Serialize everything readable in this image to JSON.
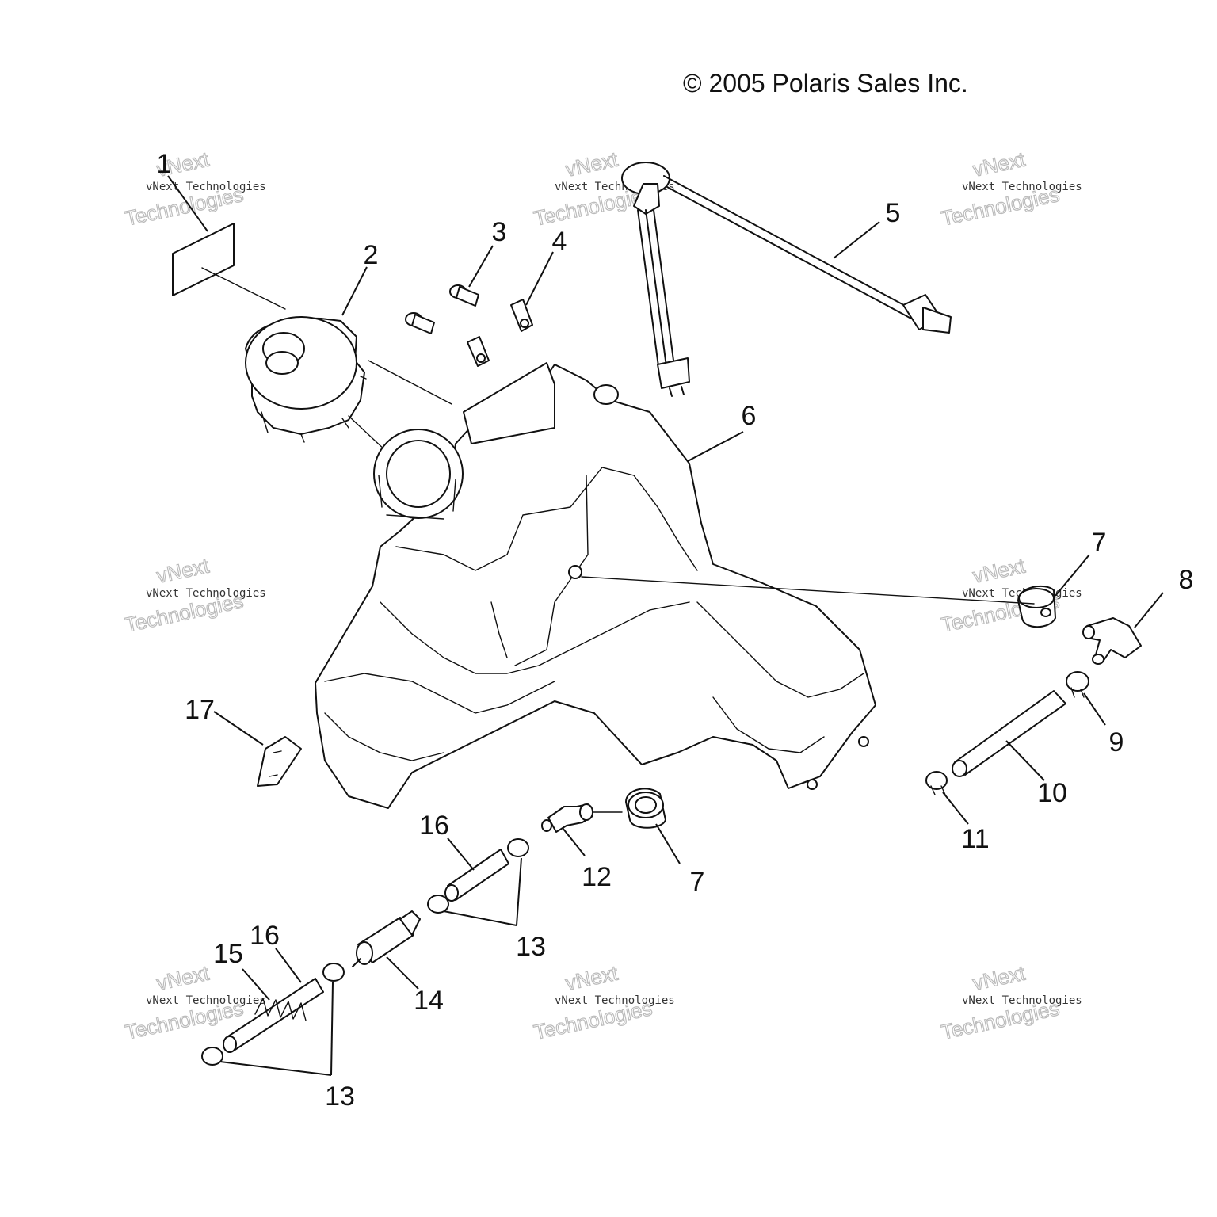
{
  "copyright": "© 2005 Polaris Sales Inc.",
  "watermark": {
    "line1": "vNext Technologies",
    "line2": "vNext",
    "line3": "Technologies"
  },
  "callouts": {
    "c1": "1",
    "c2": "2",
    "c3": "3",
    "c4": "4",
    "c5": "5",
    "c6": "6",
    "c7a": "7",
    "c7b": "7",
    "c8": "8",
    "c9": "9",
    "c10": "10",
    "c11": "11",
    "c12": "12",
    "c13a": "13",
    "c13b": "13",
    "c14": "14",
    "c15": "15",
    "c16a": "16",
    "c16b": "16",
    "c17": "17"
  }
}
